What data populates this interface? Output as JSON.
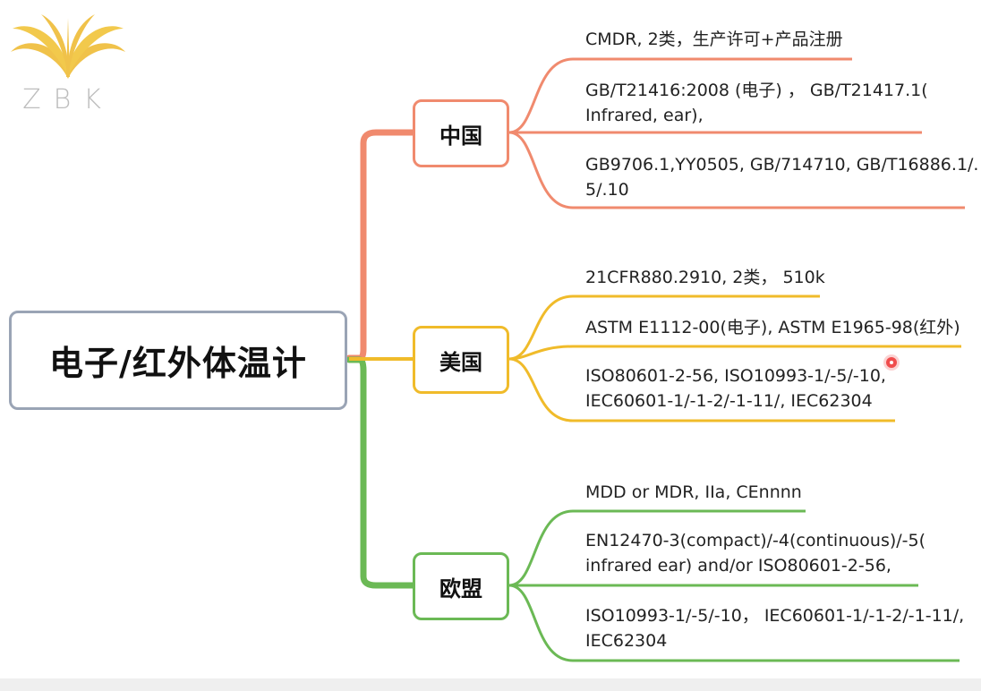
{
  "logo": {
    "text": "ZBK",
    "color": "#f0c24a"
  },
  "root": {
    "label": "电子/红外体温计",
    "border_color": "#9aa4b5"
  },
  "branches": [
    {
      "label": "中国",
      "color": "#f08a6e",
      "leaves": [
        {
          "lines": [
            "CMDR, 2类，生产许可+产品注册"
          ]
        },
        {
          "lines": [
            "GB/T21416:2008 (电子) ， GB/T21417.1(",
            "Infrared, ear),"
          ]
        },
        {
          "lines": [
            "GB9706.1,YY0505, GB/714710, GB/T16886.1/.",
            "5/.10"
          ]
        }
      ]
    },
    {
      "label": "美国",
      "color": "#f0bb2a",
      "leaves": [
        {
          "lines": [
            "21CFR880.2910, 2类， 510k"
          ]
        },
        {
          "lines": [
            "ASTM E1112-00(电子), ASTM E1965-98(红外)"
          ]
        },
        {
          "lines": [
            "ISO80601-2-56, ISO10993-1/-5/-10,",
            "IEC60601-1/-1-2/-1-11/, IEC62304"
          ]
        }
      ]
    },
    {
      "label": "欧盟",
      "color": "#6bb955",
      "leaves": [
        {
          "lines": [
            "MDD or MDR, IIa, CEnnnn"
          ]
        },
        {
          "lines": [
            "EN12470-3(compact)/-4(continuous)/-5(",
            "infrared ear) and/or ISO80601-2-56,"
          ]
        },
        {
          "lines": [
            "ISO10993-1/-5/-10， IEC60601-1/-1-2/-1-11/,",
            "IEC62304"
          ]
        }
      ]
    }
  ]
}
